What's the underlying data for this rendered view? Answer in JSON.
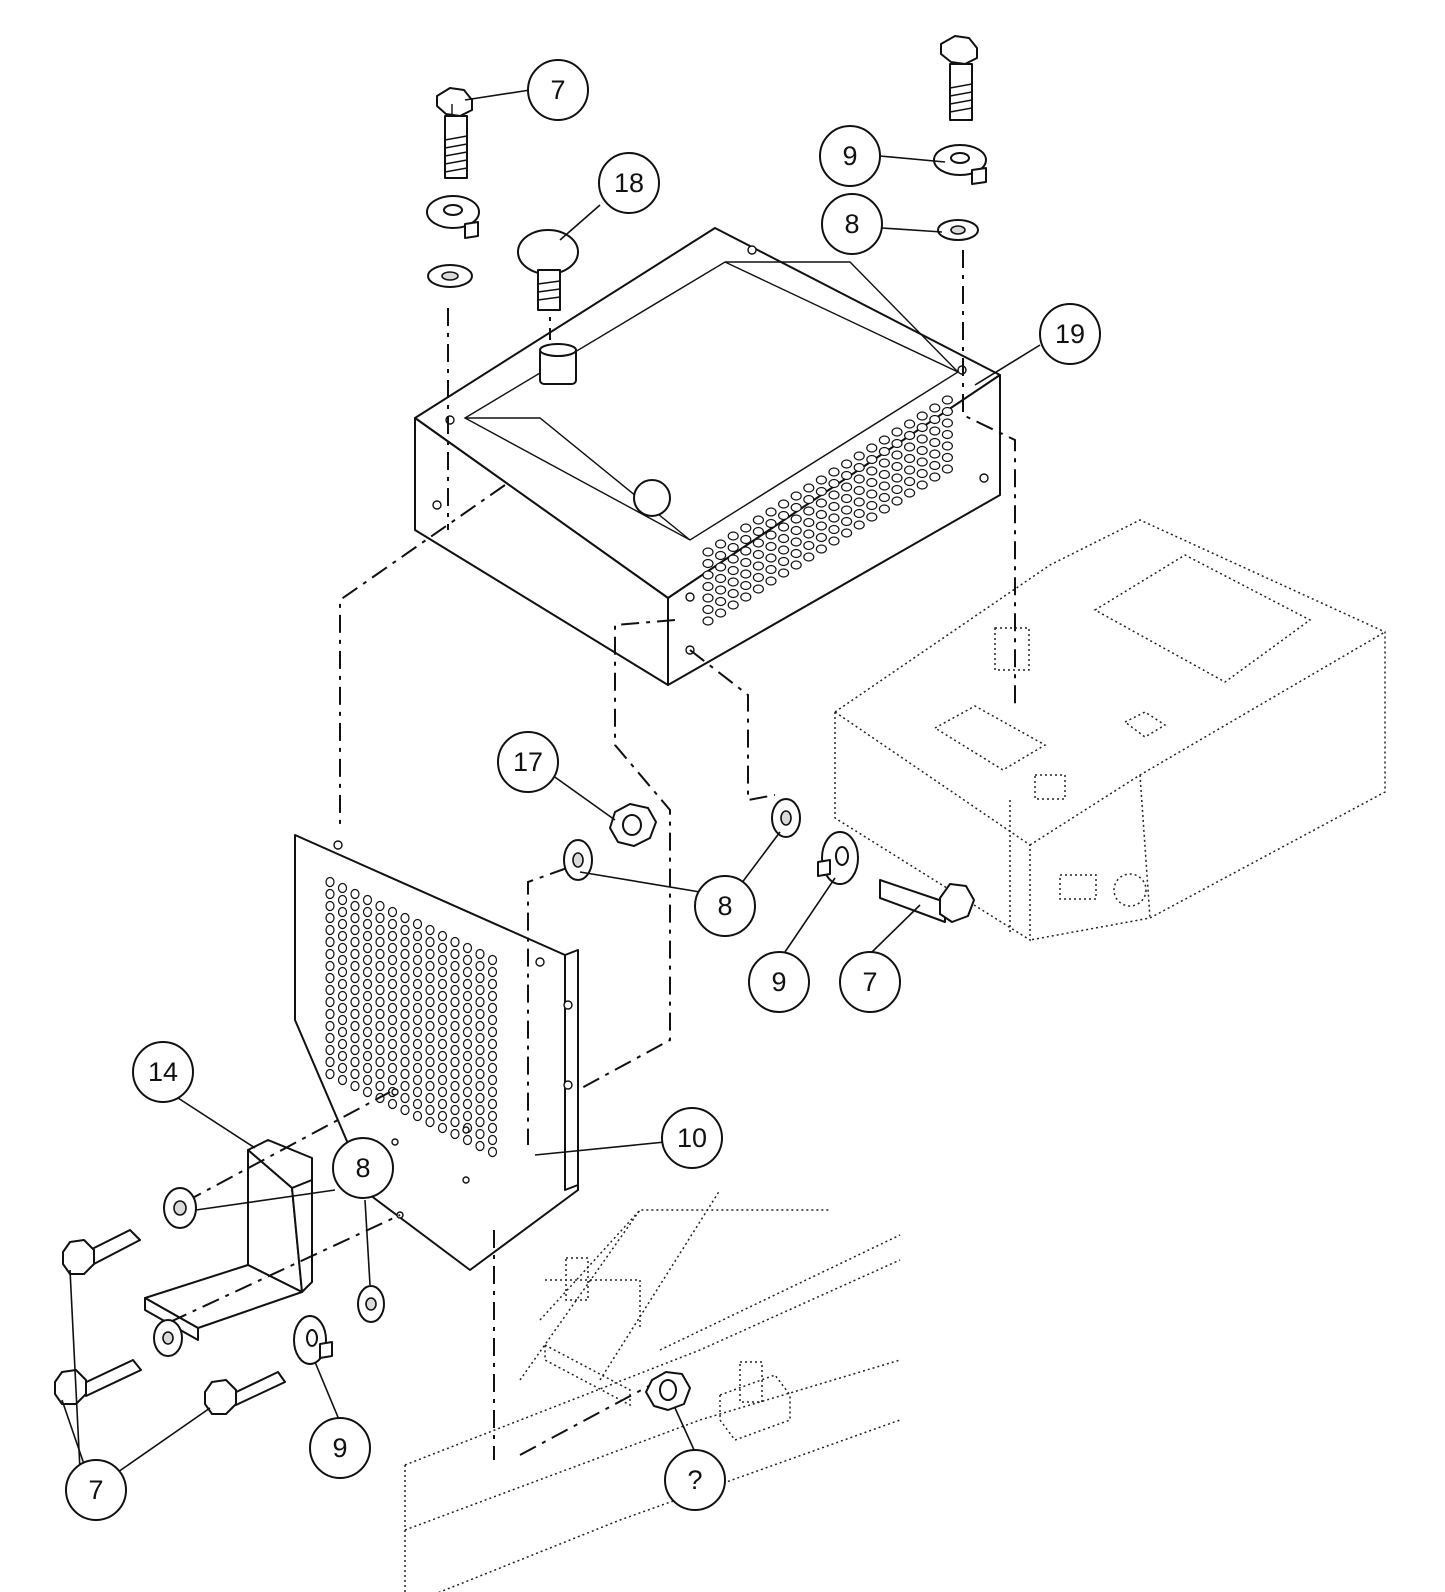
{
  "callouts": [
    {
      "id": "c7-top",
      "label": "7"
    },
    {
      "id": "c18",
      "label": "18"
    },
    {
      "id": "c9-top",
      "label": "9"
    },
    {
      "id": "c8-top",
      "label": "8"
    },
    {
      "id": "c19",
      "label": "19"
    },
    {
      "id": "c17",
      "label": "17"
    },
    {
      "id": "c8-mid",
      "label": "8"
    },
    {
      "id": "c9-mid",
      "label": "9"
    },
    {
      "id": "c7-mid",
      "label": "7"
    },
    {
      "id": "c14",
      "label": "14"
    },
    {
      "id": "c8-low",
      "label": "8"
    },
    {
      "id": "c10",
      "label": "10"
    },
    {
      "id": "c9-low",
      "label": "9"
    },
    {
      "id": "c7-low",
      "label": "7"
    },
    {
      "id": "c-unknown",
      "label": "?"
    }
  ]
}
